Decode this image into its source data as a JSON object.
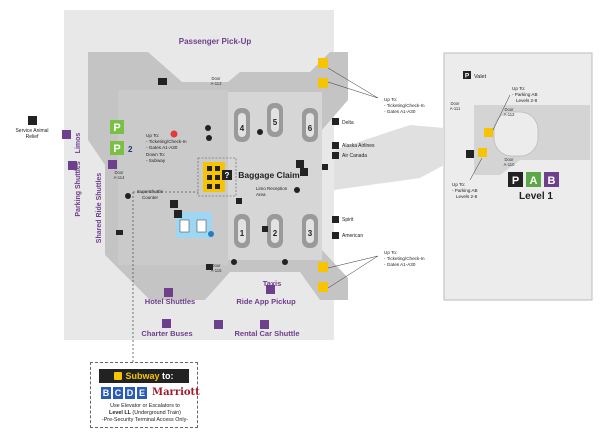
{
  "labels": {
    "passenger_pickup": "Passenger Pick-Up",
    "baggage_claim": "Baggage Claim",
    "limos": "Limos",
    "parking_shuttles": "Parking Shuttles",
    "shared_ride_shuttles": "Shared Ride Shuttles",
    "hotel_shuttles": "Hotel Shuttles",
    "taxis": "Taxis",
    "ride_app_pickup": "Ride App Pickup",
    "charter_buses": "Charter Buses",
    "rental_car_shuttle": "Rental Car Shuttle",
    "service_animal": [
      "Service Animal",
      "Relief"
    ],
    "limo_reception": [
      "Limo Reception",
      "Area"
    ],
    "supershuttle": [
      "SuperShuttle",
      "Counter"
    ],
    "valet": "Valet",
    "level": "Level 1",
    "parking_letters": [
      "P",
      "A",
      "B"
    ],
    "p2": "2"
  },
  "doors": {
    "a113": [
      "Door",
      "A-113"
    ],
    "a114": [
      "Door",
      "A-114"
    ],
    "a115": [
      "Door",
      "A-115"
    ],
    "a111": [
      "Door",
      "A-111"
    ],
    "a112": [
      "Door",
      "A-112"
    ],
    "a110": [
      "Door",
      "A-110"
    ]
  },
  "carousels": [
    "4",
    "5",
    "6",
    "1",
    "2",
    "3"
  ],
  "airlines": {
    "delta": "Delta",
    "alaska": "Alaska Airlines",
    "air_canada": "Air Canada",
    "spirit": "Spirit",
    "american": "American"
  },
  "callouts": {
    "center_up": [
      "Up To:",
      "- Ticketing/Check-In",
      "- Gates A1-A30",
      "Down To:",
      "- Subway"
    ],
    "right_top": [
      "Up To:",
      "- Ticketing/Check-In",
      "- Gates A1-A30"
    ],
    "right_bottom": [
      "Up To:",
      "- Ticketing/Check-In",
      "- Gates A1-A30"
    ],
    "garage_top": [
      "Up To:",
      "- Parking AB",
      "Levels 2-8"
    ],
    "garage_bottom": [
      "Up To:",
      "- Parking AB",
      "Levels 2-8"
    ]
  },
  "subway": {
    "word": "Subway",
    "to": " to:",
    "lines": [
      "B",
      "C",
      "D",
      "E"
    ],
    "marriott": "Marriott",
    "text": [
      "Use Elevator or Escalators to",
      "Level LL",
      " (Underground Train)",
      "-Pre-Security Terminal Access Only-"
    ]
  },
  "colors": {
    "accent": "#6e3f8c",
    "green": "#7ac143",
    "elevator": "#9fd7f2",
    "escalator": "#f6c400",
    "terminal": "#cfcfcf",
    "walk": "#e6e6e6"
  }
}
